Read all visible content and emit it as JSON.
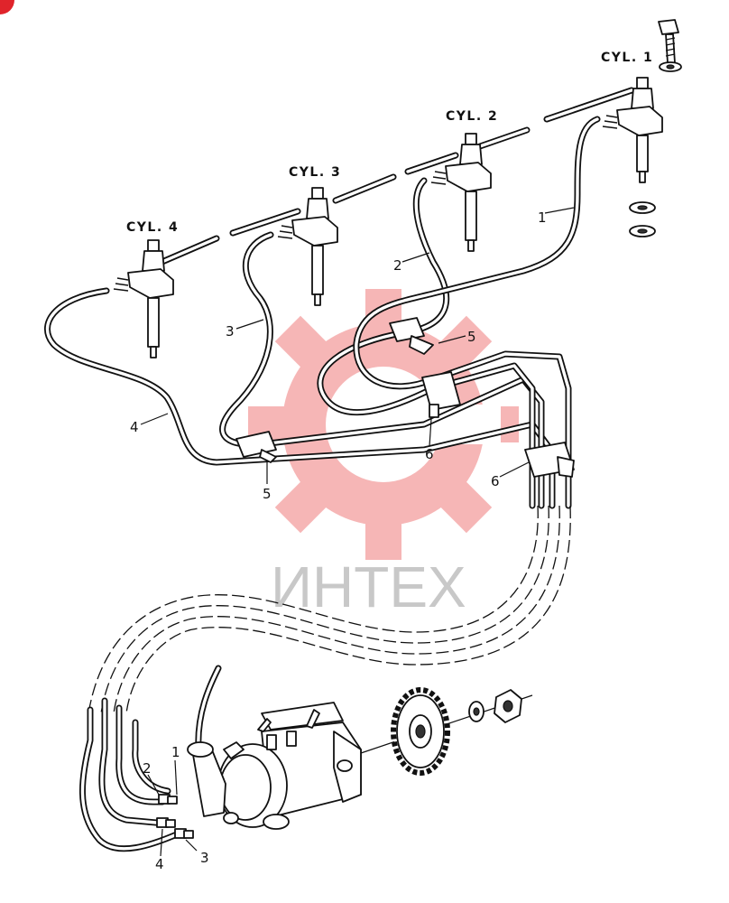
{
  "labels": {
    "cyl1": "CYL. 1",
    "cyl2": "CYL. 2",
    "cyl3": "CYL. 3",
    "cyl4": "CYL. 4",
    "callout_1": "1",
    "callout_2": "2",
    "callout_3": "3",
    "callout_4": "4",
    "callout_5": "5",
    "callout_6": "6"
  },
  "watermark": {
    "text": "ИНТЕХ",
    "gear_color": "#f07c7c",
    "text_color": "#c8c8c8"
  },
  "colors": {
    "line": "#111111",
    "background": "#ffffff",
    "corner_badge": "#e0242b"
  }
}
